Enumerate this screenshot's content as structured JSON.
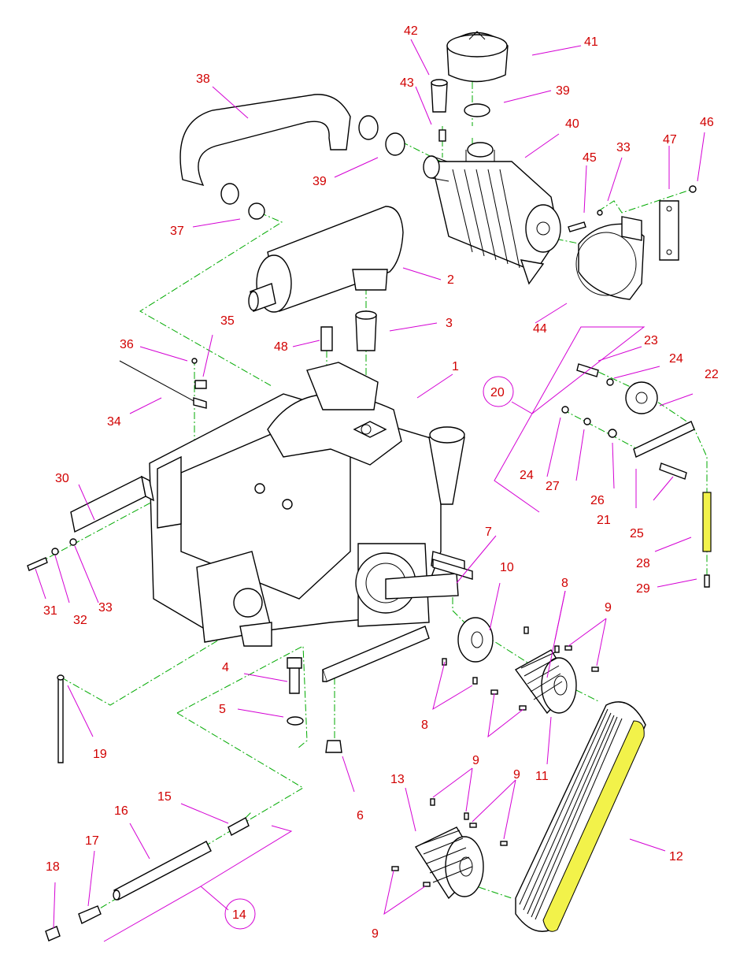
{
  "callouts": [
    {
      "id": "c1",
      "text": "1"
    },
    {
      "id": "c2",
      "text": "2"
    },
    {
      "id": "c3",
      "text": "3"
    },
    {
      "id": "c4",
      "text": "4"
    },
    {
      "id": "c5",
      "text": "5"
    },
    {
      "id": "c6",
      "text": "6"
    },
    {
      "id": "c7",
      "text": "7"
    },
    {
      "id": "c8a",
      "text": "8"
    },
    {
      "id": "c8b",
      "text": "8"
    },
    {
      "id": "c9a",
      "text": "9"
    },
    {
      "id": "c9b",
      "text": "9"
    },
    {
      "id": "c9c",
      "text": "9"
    },
    {
      "id": "c9d",
      "text": "9"
    },
    {
      "id": "c10",
      "text": "10"
    },
    {
      "id": "c11",
      "text": "11"
    },
    {
      "id": "c12",
      "text": "12"
    },
    {
      "id": "c13",
      "text": "13"
    },
    {
      "id": "c14",
      "text": "14"
    },
    {
      "id": "c15",
      "text": "15"
    },
    {
      "id": "c16",
      "text": "16"
    },
    {
      "id": "c17",
      "text": "17"
    },
    {
      "id": "c18",
      "text": "18"
    },
    {
      "id": "c19",
      "text": "19"
    },
    {
      "id": "c20",
      "text": "20"
    },
    {
      "id": "c21",
      "text": "21"
    },
    {
      "id": "c22",
      "text": "22"
    },
    {
      "id": "c23",
      "text": "23"
    },
    {
      "id": "c24a",
      "text": "24"
    },
    {
      "id": "c24b",
      "text": "24"
    },
    {
      "id": "c25",
      "text": "25"
    },
    {
      "id": "c26",
      "text": "26"
    },
    {
      "id": "c27",
      "text": "27"
    },
    {
      "id": "c28",
      "text": "28"
    },
    {
      "id": "c29",
      "text": "29"
    },
    {
      "id": "c30",
      "text": "30"
    },
    {
      "id": "c31",
      "text": "31"
    },
    {
      "id": "c32",
      "text": "32"
    },
    {
      "id": "c33a",
      "text": "33"
    },
    {
      "id": "c33b",
      "text": "33"
    },
    {
      "id": "c34",
      "text": "34"
    },
    {
      "id": "c35",
      "text": "35"
    },
    {
      "id": "c36",
      "text": "36"
    },
    {
      "id": "c37",
      "text": "37"
    },
    {
      "id": "c38",
      "text": "38"
    },
    {
      "id": "c39a",
      "text": "39"
    },
    {
      "id": "c39b",
      "text": "39"
    },
    {
      "id": "c40",
      "text": "40"
    },
    {
      "id": "c41",
      "text": "41"
    },
    {
      "id": "c42",
      "text": "42"
    },
    {
      "id": "c43",
      "text": "43"
    },
    {
      "id": "c44",
      "text": "44"
    },
    {
      "id": "c45",
      "text": "45"
    },
    {
      "id": "c46",
      "text": "46"
    },
    {
      "id": "c47",
      "text": "47"
    },
    {
      "id": "c48",
      "text": "48"
    }
  ],
  "colors": {
    "callout_text": "#d10000",
    "leader_line": "#d400d4",
    "center_line": "#00aa00",
    "part_outline": "#000000",
    "highlight": "#f2f24a"
  }
}
